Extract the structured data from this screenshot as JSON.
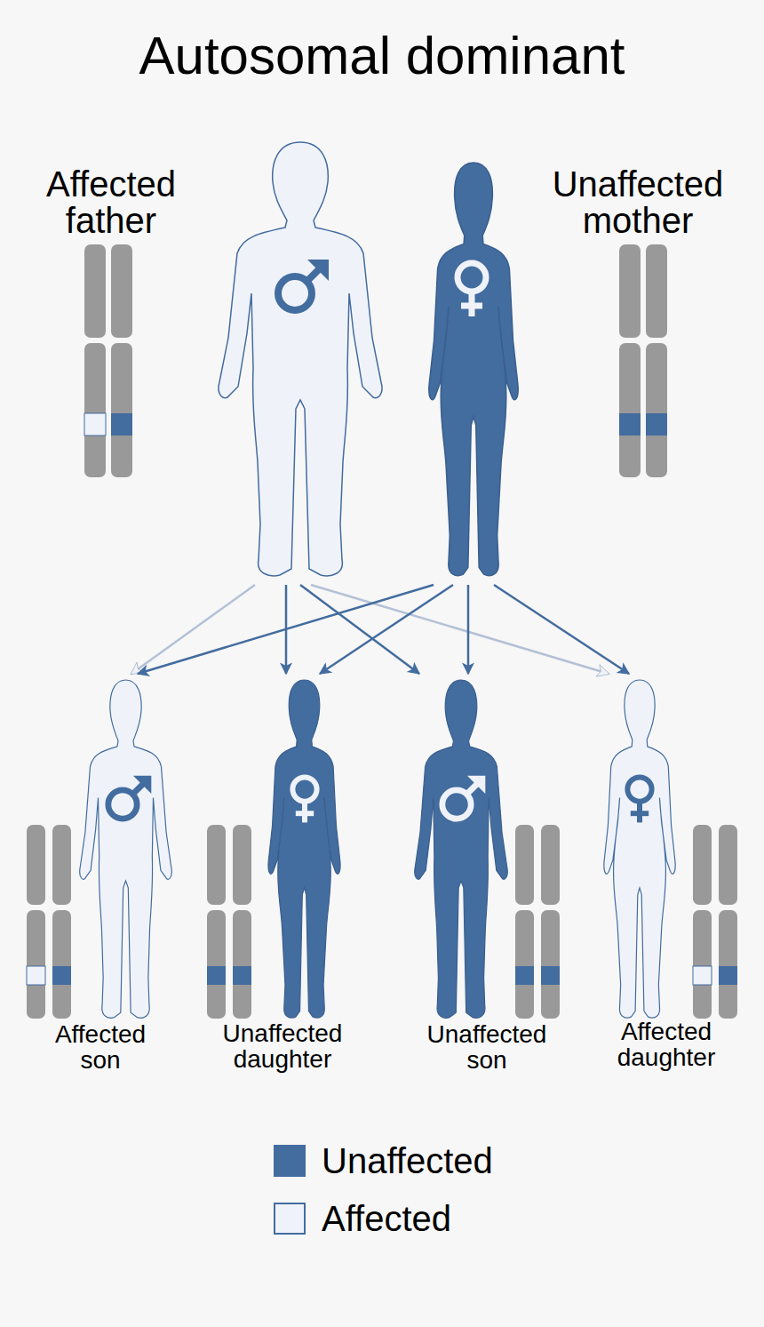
{
  "diagram": {
    "title": "Autosomal dominant",
    "nodes": [
      {
        "text": [
          "Affected father"
        ]
      },
      {
        "text": [
          "Unaffected mother"
        ]
      },
      {
        "text": [
          "Affected son"
        ]
      },
      {
        "text": [
          "Unaffected daughter"
        ]
      },
      {
        "text": [
          "Unaffected son"
        ]
      },
      {
        "text": [
          "Affected daughter"
        ]
      }
    ],
    "edges": [
      {
        "from": 0,
        "to": 2,
        "arrow": "to"
      },
      {
        "from": 0,
        "to": 3,
        "arrow": "to"
      },
      {
        "from": 0,
        "to": 4,
        "arrow": "to"
      },
      {
        "from": 0,
        "to": 5,
        "arrow": "to"
      },
      {
        "from": 1,
        "to": 2,
        "arrow": "to"
      },
      {
        "from": 1,
        "to": 3,
        "arrow": "to"
      },
      {
        "from": 1,
        "to": 4,
        "arrow": "to"
      },
      {
        "from": 1,
        "to": 5,
        "arrow": "to"
      }
    ],
    "legend": [
      {
        "text": "Unaffected",
        "color": "#436c9f"
      },
      {
        "text": "Affected",
        "color": "#eff3f9"
      }
    ]
  }
}
